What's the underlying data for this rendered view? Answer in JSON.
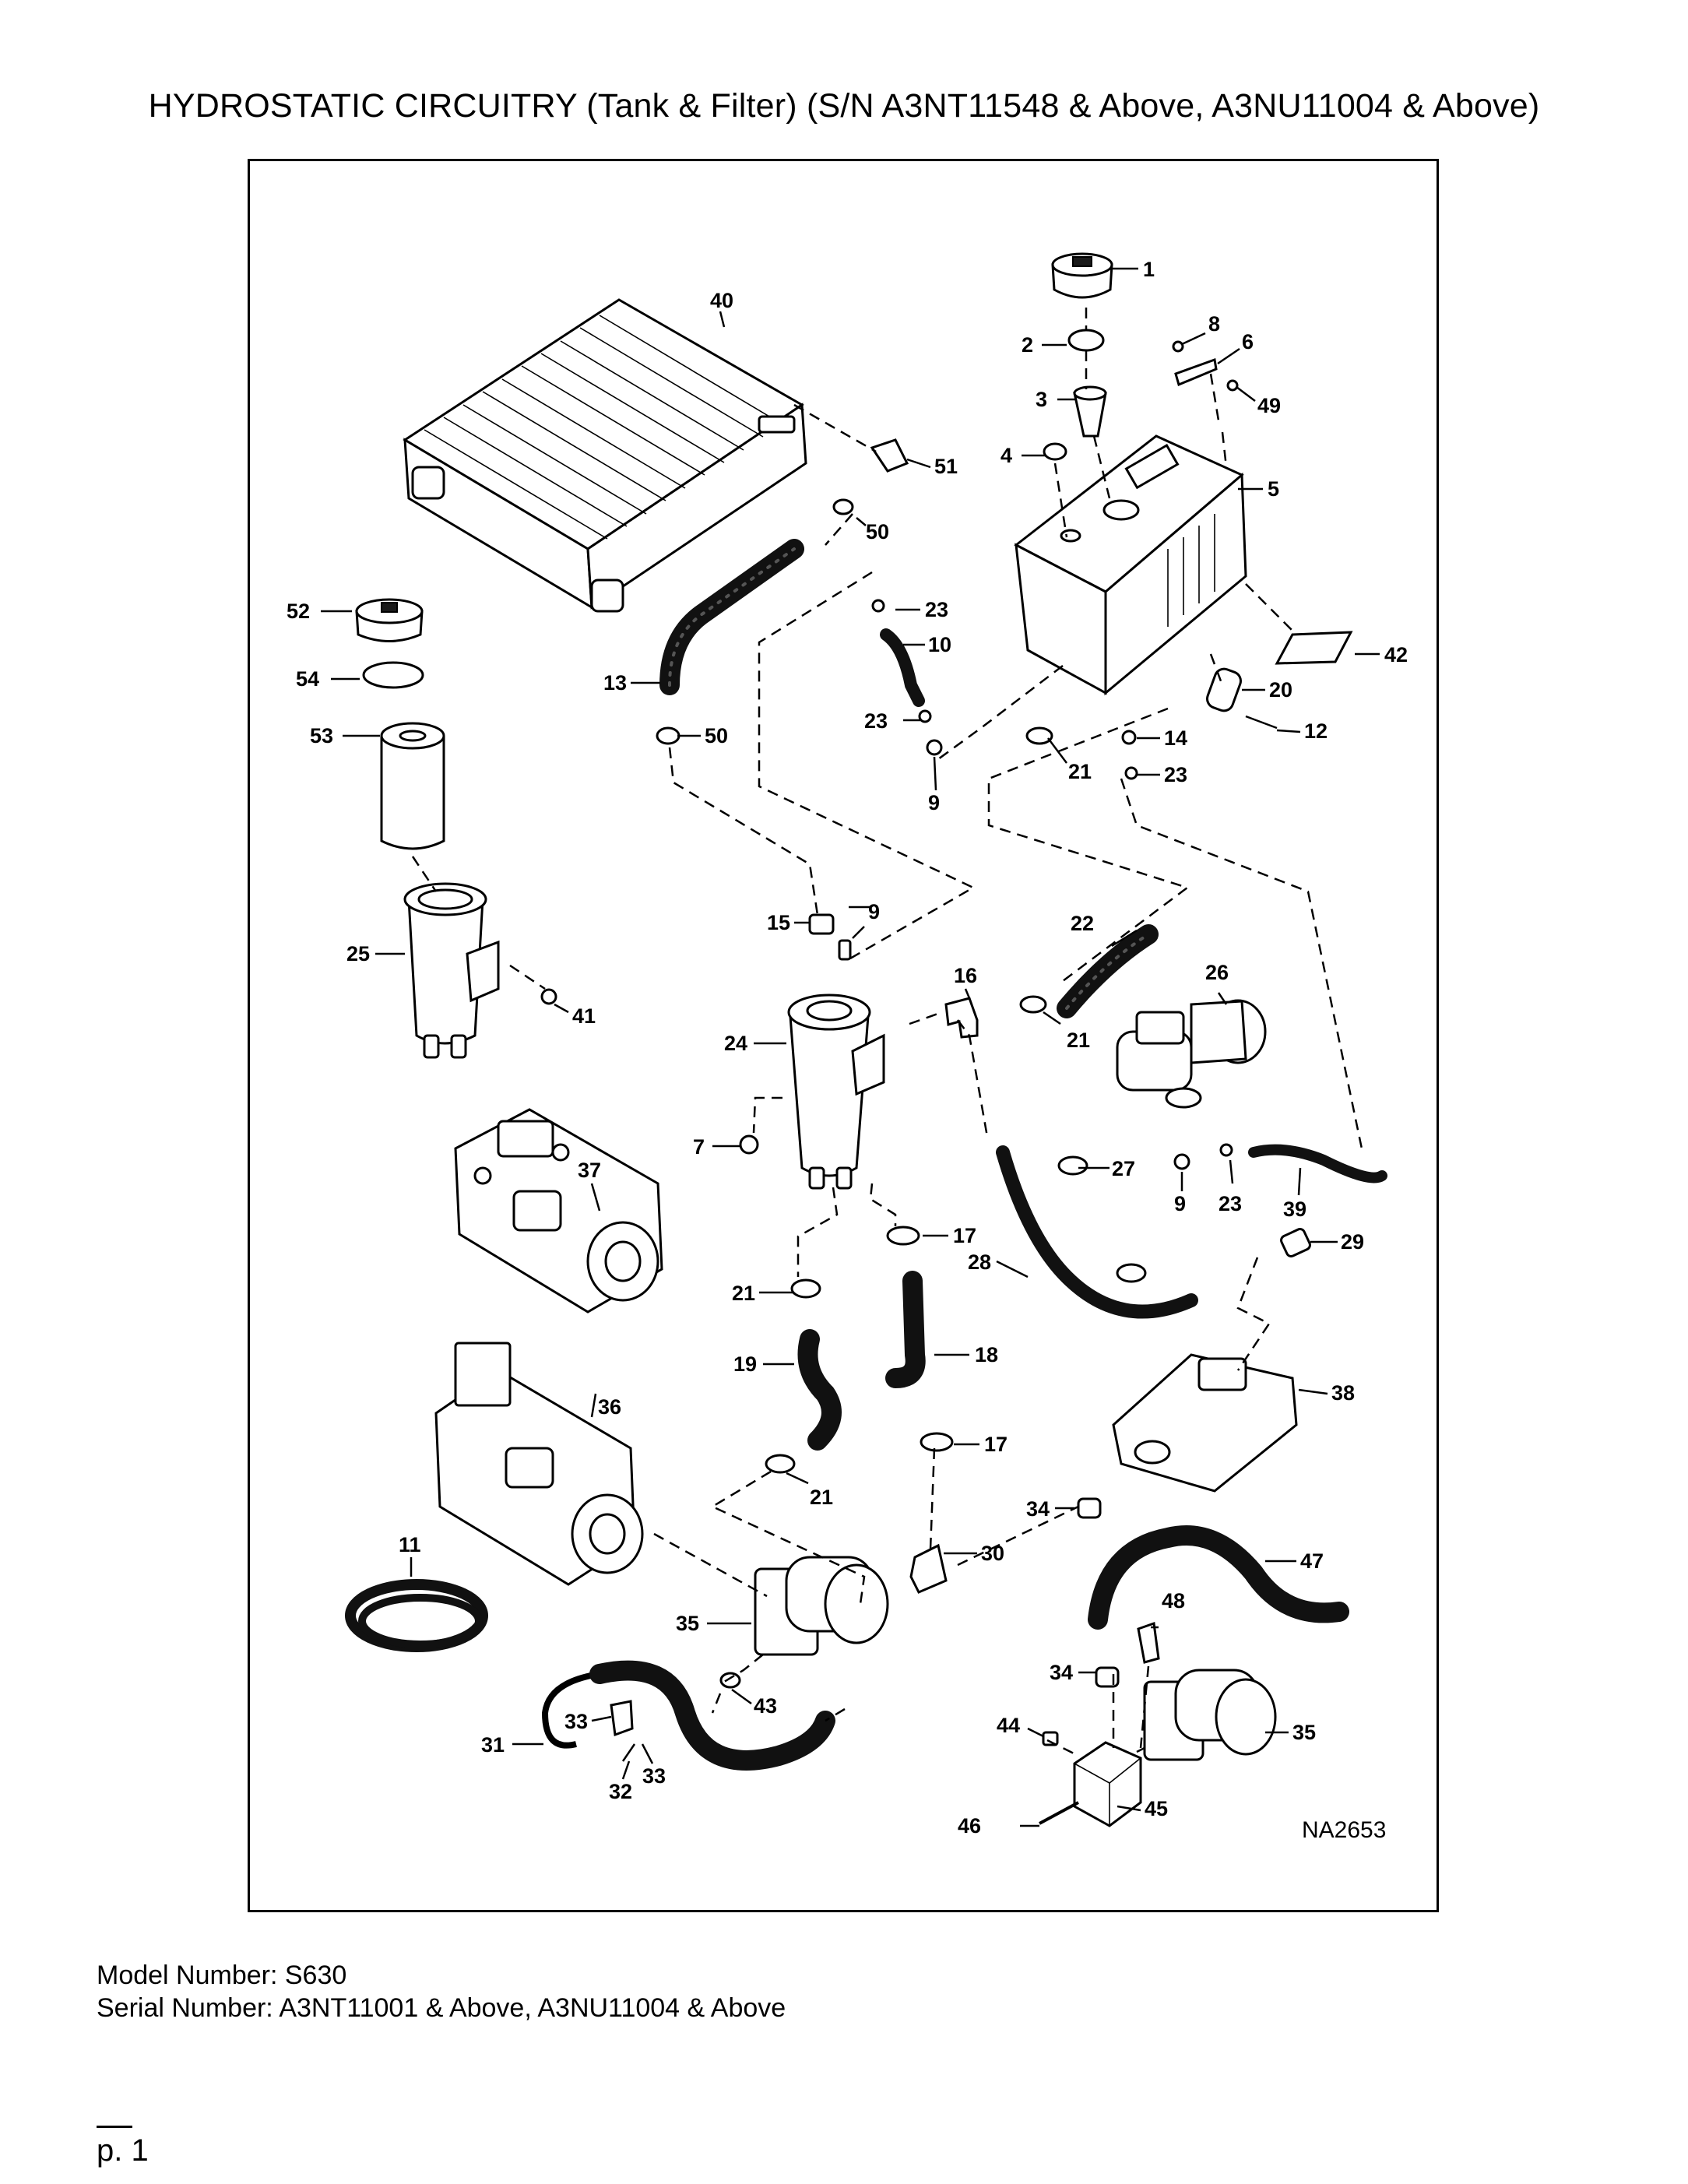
{
  "page": {
    "title": "HYDROSTATIC CIRCUITRY (Tank & Filter) (S/N A3NT11548 & Above, A3NU11004 & Above)",
    "model_line": "Model Number: S630",
    "serial_line": "Serial Number: A3NT11001 & Above, A3NU11004 & Above",
    "page_number": "p. 1"
  },
  "diagram": {
    "drawing_code": "NA2653",
    "callouts": [
      "1",
      "2",
      "3",
      "4",
      "5",
      "6",
      "7",
      "8",
      "9",
      "10",
      "11",
      "12",
      "13",
      "14",
      "15",
      "16",
      "17",
      "18",
      "19",
      "20",
      "21",
      "22",
      "23",
      "24",
      "25",
      "26",
      "27",
      "28",
      "29",
      "30",
      "31",
      "32",
      "33",
      "34",
      "35",
      "36",
      "37",
      "38",
      "39",
      "40",
      "41",
      "42",
      "43",
      "44",
      "45",
      "46",
      "47",
      "48",
      "49",
      "50",
      "51",
      "52",
      "53",
      "54"
    ]
  }
}
